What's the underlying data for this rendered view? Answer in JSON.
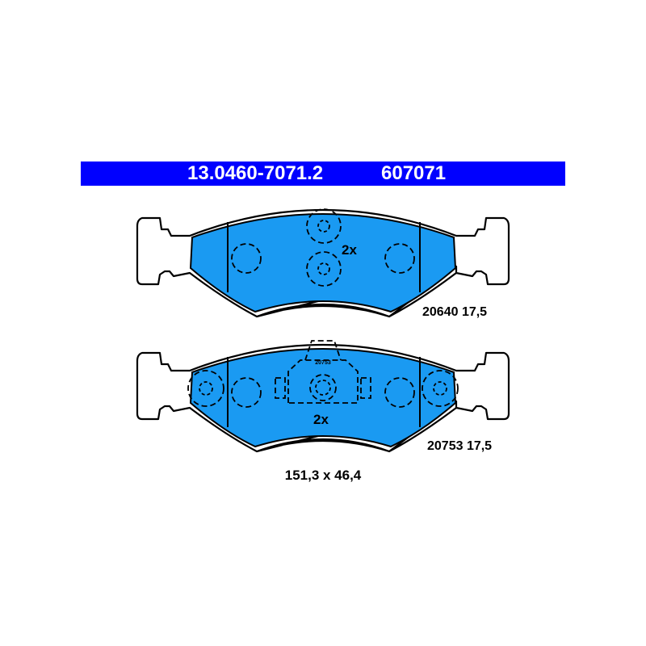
{
  "header": {
    "part_number": "13.0460-7071.2",
    "short_number": "607071",
    "background_color": "#0000ff"
  },
  "pads": [
    {
      "quantity": "2x",
      "label": "20640 17,5"
    },
    {
      "quantity": "2x",
      "label": "20753 17,5",
      "sensor_marking": "20753"
    }
  ],
  "dimensions": "151,3 x 46,4",
  "colors": {
    "friction_material": "#1a9af2",
    "outline": "#000000"
  }
}
